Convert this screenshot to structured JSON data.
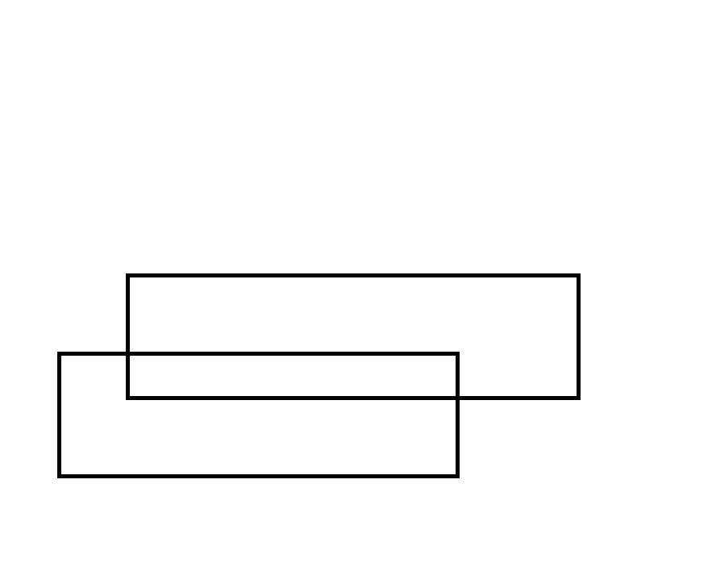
{
  "diagram": {
    "background": "#ffffff",
    "stroke_color": "#000000",
    "shapes": [
      {
        "kind": "rectangle",
        "fill": "none"
      },
      {
        "kind": "rectangle",
        "fill": "none"
      }
    ]
  }
}
